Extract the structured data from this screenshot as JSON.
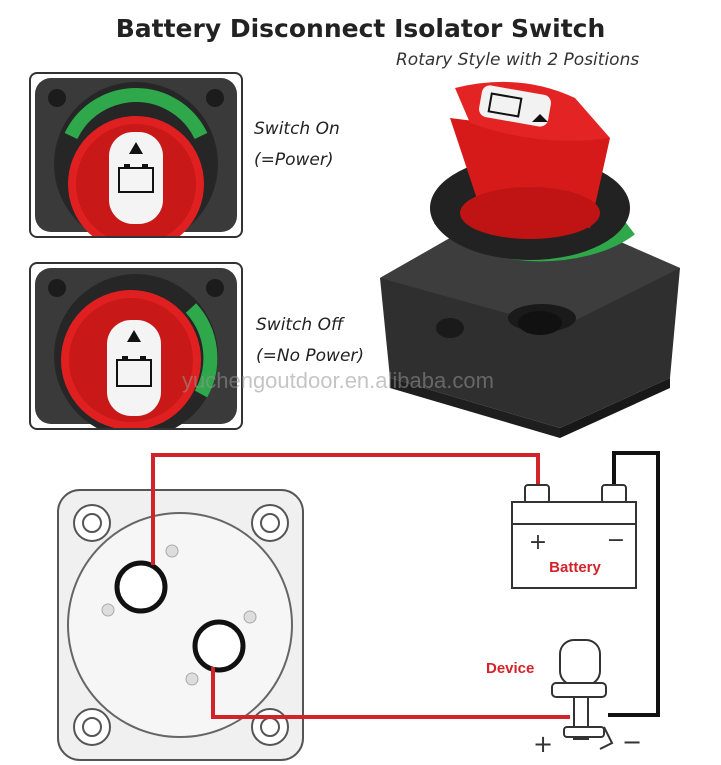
{
  "title": "Battery Disconnect Isolator Switch",
  "subtitle": "Rotary Style with 2 Positions",
  "switch_on": {
    "line1": "Switch On",
    "line2": "(=Power)"
  },
  "switch_off": {
    "line1": "Switch Off",
    "line2": "(=No Power)"
  },
  "watermark": "yuchengoutdoor.en.alibaba.com",
  "diagram": {
    "battery_label": "Battery",
    "device_label": "Device",
    "plus": "+",
    "minus": "−"
  },
  "colors": {
    "wire_red": "#d2232a",
    "wire_black": "#111111",
    "knob_red": "#e02020",
    "ring_green": "#2ea84a"
  }
}
